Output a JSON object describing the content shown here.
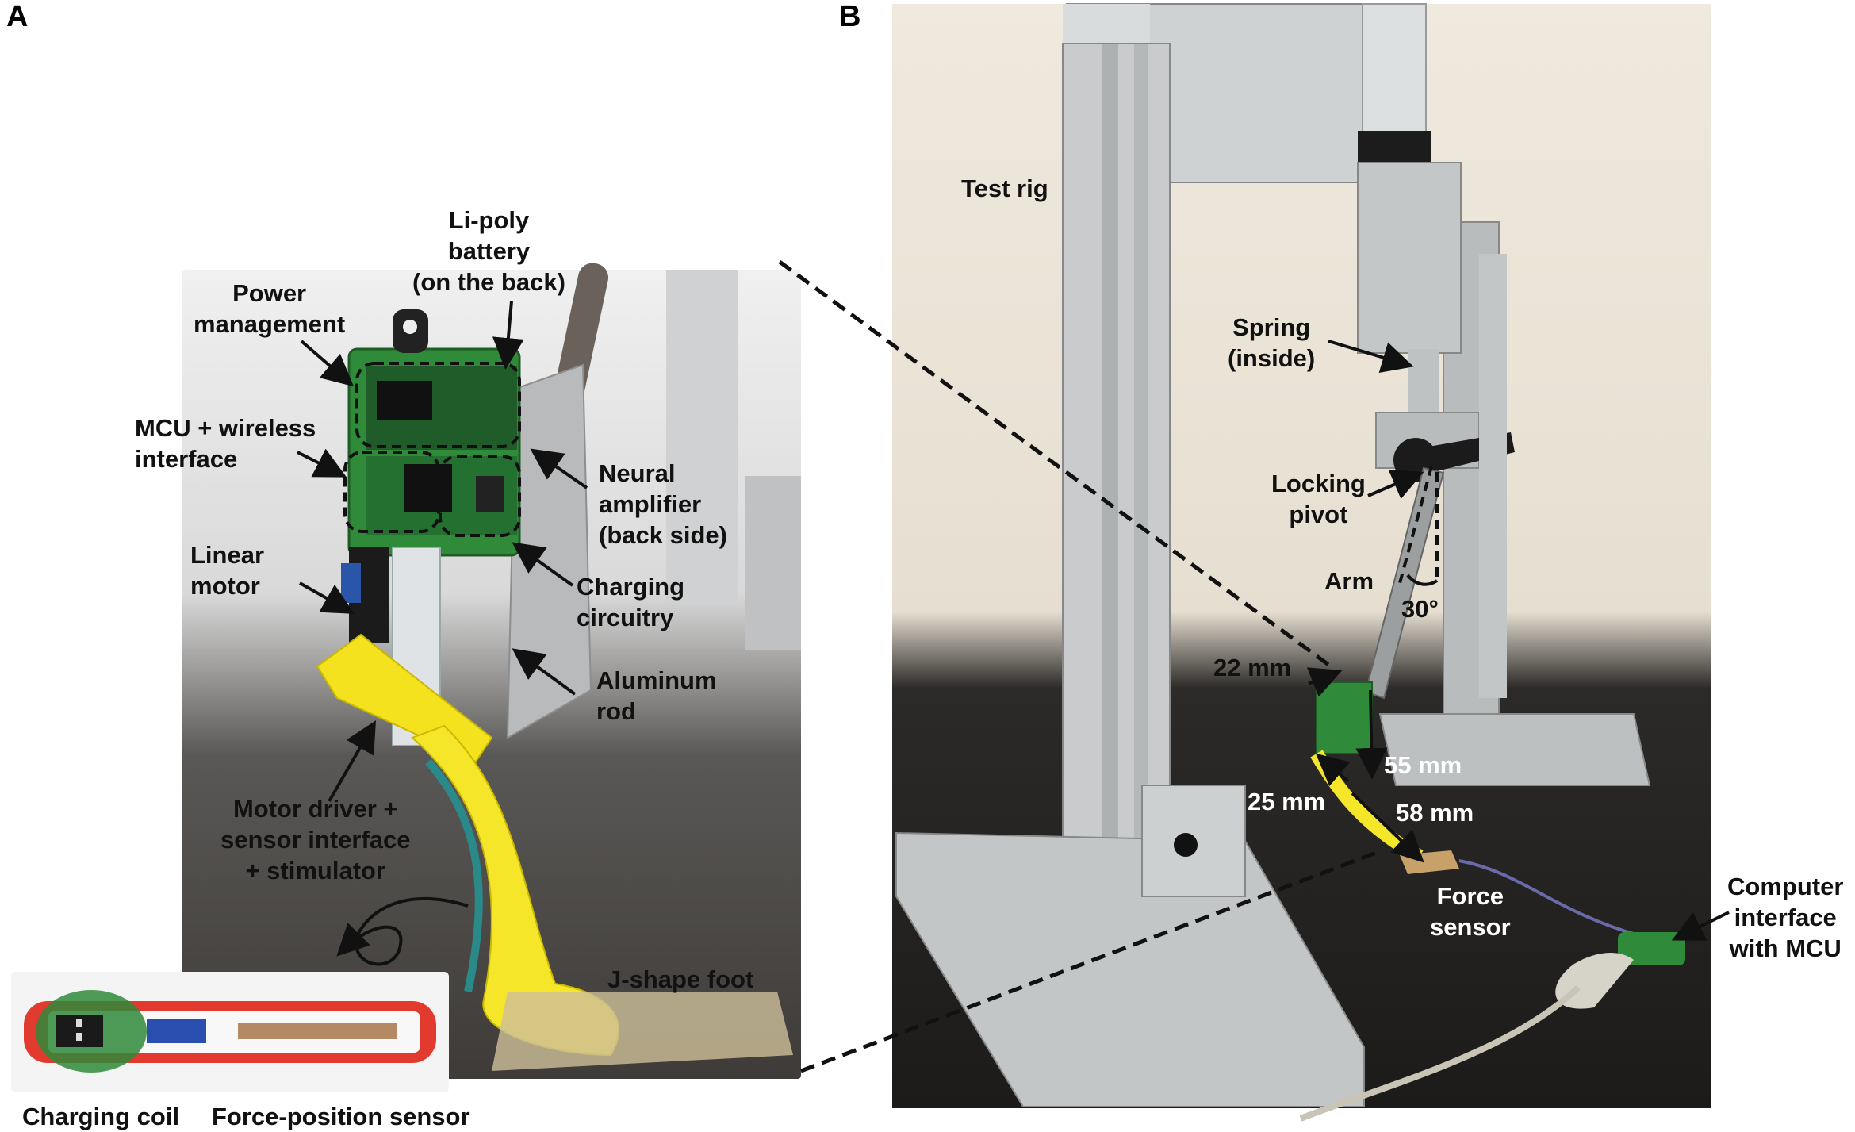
{
  "panels": {
    "a": "A",
    "b": "B"
  },
  "labels_a": {
    "li_poly": "Li-poly\nbattery\n(on the back)",
    "power_mgmt": "Power\nmanagement",
    "mcu": "MCU + wireless\ninterface",
    "neural_amp": "Neural\namplifier\n(back side)",
    "linear_motor": "Linear\nmotor",
    "charging_circuitry": "Charging\ncircuitry",
    "aluminum_rod": "Aluminum\nrod",
    "motor_driver": "Motor driver +\nsensor interface\n+ stimulator",
    "j_foot": "J-shape foot",
    "charging_coil": "Charging coil",
    "force_position": "Force-position sensor"
  },
  "labels_b": {
    "test_rig": "Test rig",
    "spring": "Spring\n(inside)",
    "locking_pivot": "Locking\npivot",
    "arm": "Arm",
    "angle": "30°",
    "dim_22": "22 mm",
    "dim_55": "55 mm",
    "dim_25": "25 mm",
    "dim_58": "58 mm",
    "force_sensor": "Force\nsensor",
    "computer_interface": "Computer\ninterface\nwith MCU"
  },
  "colors": {
    "aluminum": "#c9cbcc",
    "foot_yellow": "#f3e21d",
    "pcb_green": "#2f8a3a",
    "sensor_red": "#e23a2e",
    "table": "#1f1e1c"
  }
}
